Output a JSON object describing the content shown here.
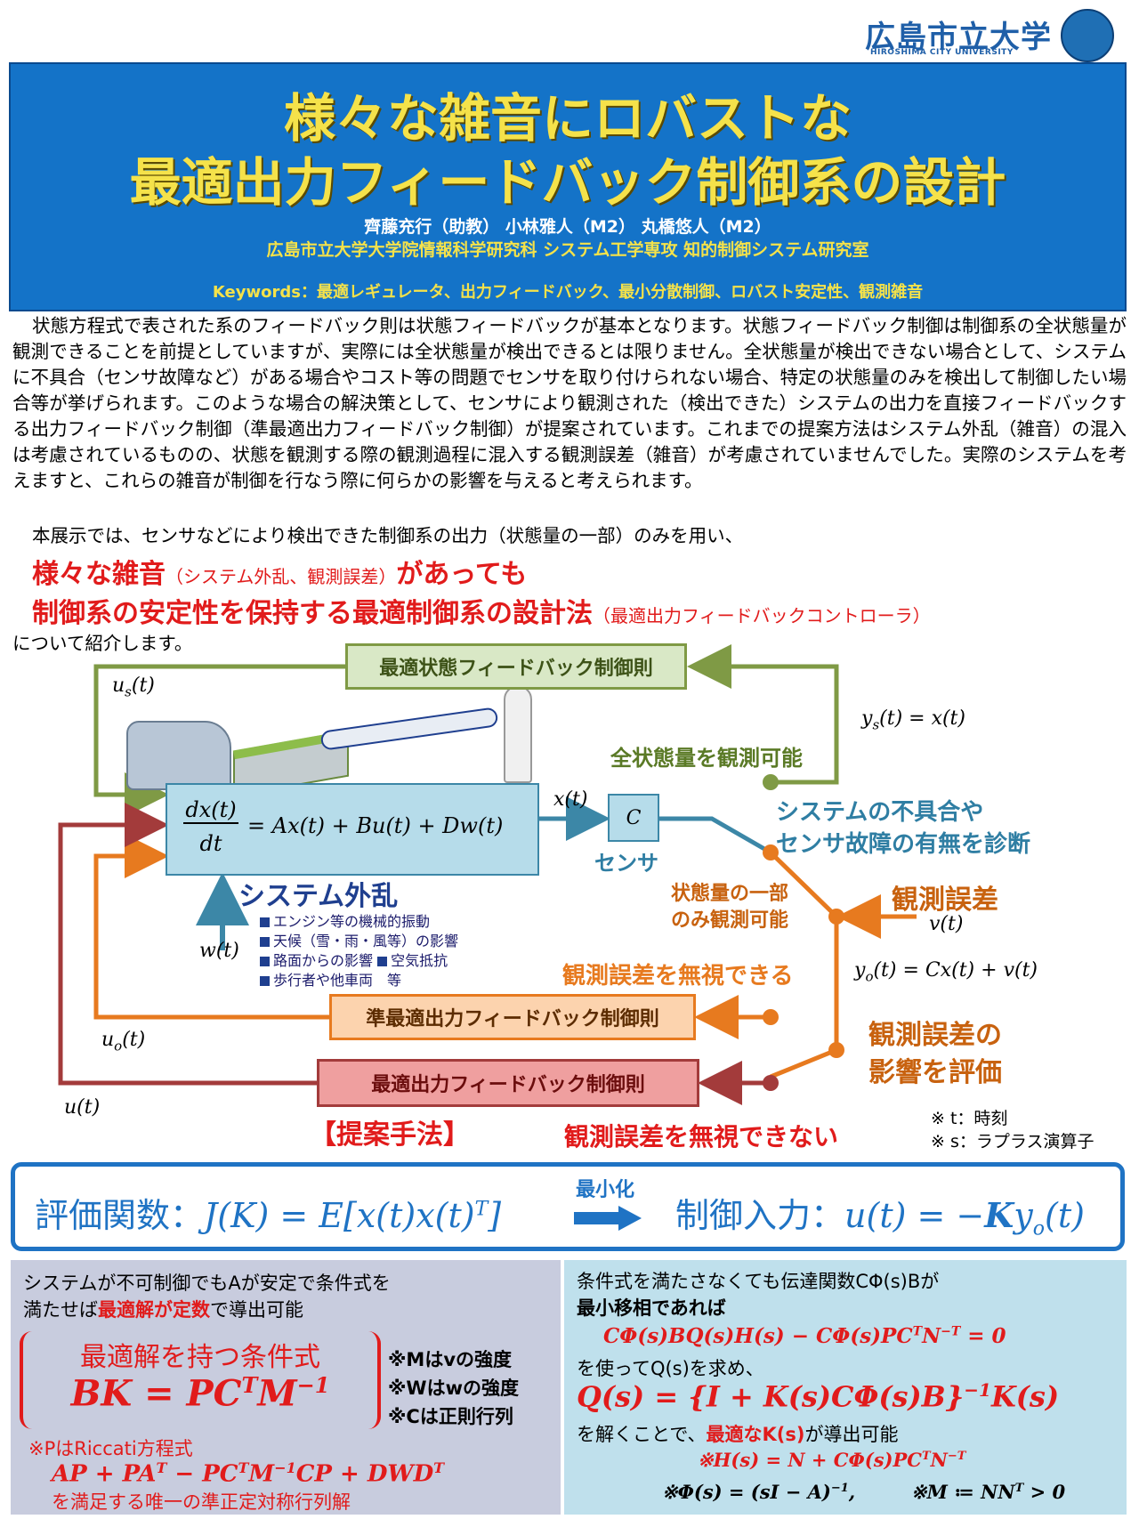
{
  "university": {
    "name": "広島市立大学",
    "sub": "HIROSHIMA CITY UNIVERSITY"
  },
  "header": {
    "title1": "様々な雑音にロバストな",
    "title2": "最適出力フィードバック制御系の設計",
    "authors": "齊藤充行（助教） 小林雅人（M2） 丸橋悠人（M2）",
    "affiliation": "広島市立大学大学院情報科学研究科 システム工学専攻 知的制御システム研究室",
    "keywords": "Keywords：最適レギュレータ、出力フィードバック、最小分散制御、ロバスト安定性、観測雑音"
  },
  "intro": {
    "p1": "状態方程式で表された系のフィードバック則は状態フィードバックが基本となります。状態フィードバック制御は制御系の全状態量が観測できることを前提としていますが、実際には全状態量が検出できるとは限りません。全状態量が検出できない場合として、システムに不具合（センサ故障など）がある場合やコスト等の問題でセンサを取り付けられない場合、特定の状態量のみを検出して制御したい場合等が挙げられます。このような場合の解決策として、センサにより観測された（検出できた）システムの出力を直接フィードバックする出力フィードバック制御（準最適出力フィードバック制御）が提案されています。これまでの提案方法はシステム外乱（雑音）の混入は考慮されているものの、状態を観測する際の観測過程に混入する観測誤差（雑音）が考慮されていませんでした。実際のシステムを考えますと、これらの雑音が制御を行なう際に何らかの影響を与えると考えられます。",
    "p2": "本展示では、センサなどにより検出できた制御系の出力（状態量の一部）のみを用い、",
    "hl1_main": "様々な雑音",
    "hl1_paren": "（システム外乱、観測誤差）",
    "hl1_end": "があっても",
    "hl2_main": "制御系の安定性を保持する最適制御系の設計法",
    "hl2_paren": "（最適出力フィードバックコントローラ）",
    "p3": "について紹介します。"
  },
  "diagram": {
    "box_state": "最適状態フィードバック制御則",
    "box_sub": "準最適出力フィードバック制御則",
    "box_opt": "最適出力フィードバック制御則",
    "us": "u_s(t)",
    "us_var": "u",
    "us_sub": "s",
    "us_arg": "(t)",
    "ys_eq": "y_s(t) = x(t)",
    "ys_lhs": "y",
    "ys_sub": "s",
    "ys_rhs": "(t) = x(t)",
    "all_state": "全状態量を観測可能",
    "eq_num": "dx(t)",
    "eq_den": "dt",
    "eq_rhs": "= Ax(t) + Bu(t) + Dw(t)",
    "xt": "x(t)",
    "c": "C",
    "sensor": "センサ",
    "diag1": "システムの不具合や",
    "diag2": "センサ故障の有無を診断",
    "dist_title": "システム外乱",
    "wt": "w(t)",
    "dist_items": [
      "エンジン等の機械的振動",
      "天候（雪・雨・風等）の影響",
      "路面からの影響",
      "空気抵抗",
      "歩行者や他車両　等"
    ],
    "partial1": "状態量の一部",
    "partial2": "のみ観測可能",
    "obs_err": "観測誤差",
    "vt": "v(t)",
    "yo_lhs": "y",
    "yo_sub": "o",
    "yo_rhs": "(t) = Cx(t) + v(t)",
    "ignorable": "観測誤差を無視できる",
    "uo_var": "u",
    "uo_sub": "o",
    "uo_arg": "(t)",
    "eval1": "観測誤差の",
    "eval2": "影響を評価",
    "ut": "u(t)",
    "proposed": "【提案手法】",
    "not_ignorable": "観測誤差を無視できない",
    "note1": "※ t：時刻",
    "note2": "※ s：ラプラス演算子"
  },
  "evaluation": {
    "label": "評価関数：",
    "cost": "J(K) = E[x(t)x(t)",
    "cost_sup": "T",
    "cost_end": "]",
    "minimize": "最小化",
    "input_label": "制御入力：",
    "input": "u(t) = −",
    "input_K": "K",
    "input_y": "y",
    "input_sub": "o",
    "input_end": "(t)"
  },
  "left_panel": {
    "line1": "システムが不可制御でもAが安定で条件式を",
    "line2a": "満たせば",
    "line2b": "最適解が定数",
    "line2c": "で導出可能",
    "cond_title": "最適解を持つ条件式",
    "cond_eq": "BK = PC",
    "cond_sup1": "T",
    "cond_m": "M",
    "cond_sup2": "−1",
    "note_m": "※Mはvの強度",
    "note_w": "※Wはwの強度",
    "note_c": "※Cは正則行列",
    "riccati": "※PはRiccati方程式",
    "riccati_eq": "AP + PA",
    "riccati_eq_sup": "T",
    "riccati_eq2": " − PC",
    "riccati_eq2_sup": "T",
    "riccati_eq3": "M",
    "riccati_eq3_sup": "−1",
    "riccati_eq4": "CP + DWD",
    "riccati_eq4_sup": "T",
    "riccati_sol": "を満足する唯一の準正定対称行列解"
  },
  "right_panel": {
    "line1": "条件式を満たさなくても伝達関数CΦ(s)Bが",
    "line2": "最小移相であれば",
    "eq1": "CΦ(s)BQ(s)H(s) − CΦ(s)PC",
    "eq1_sup1": "T",
    "eq1_b": "N",
    "eq1_sup2": "−T",
    "eq1_end": " = 0",
    "line3": "を使ってQ(s)を求め、",
    "eq2": "Q(s) = {I + K(s)CΦ(s)B}",
    "eq2_sup": "−1",
    "eq2_end": "K(s)",
    "line4a": "を解くことで、",
    "line4b": "最適なK(s)",
    "line4c": "が導出可能",
    "eq3": "※H(s) = N + CΦ(s)PC",
    "eq3_sup": "T",
    "eq3_b": "N",
    "eq3_sup2": "−T",
    "eq4": "※Φ(s) = (sI − A)",
    "eq4_sup": "−1",
    "eq4_end": ",",
    "eq5": "※M ≔ NN",
    "eq5_sup": "T",
    "eq5_end": " > 0"
  },
  "colors": {
    "blue": "#1473c8",
    "yellow": "#f5e24a",
    "green": "#7f9a45",
    "teal": "#3c87a7",
    "orange": "#e77a1f",
    "maroon": "#a33b3b",
    "red": "#e11b1b"
  }
}
